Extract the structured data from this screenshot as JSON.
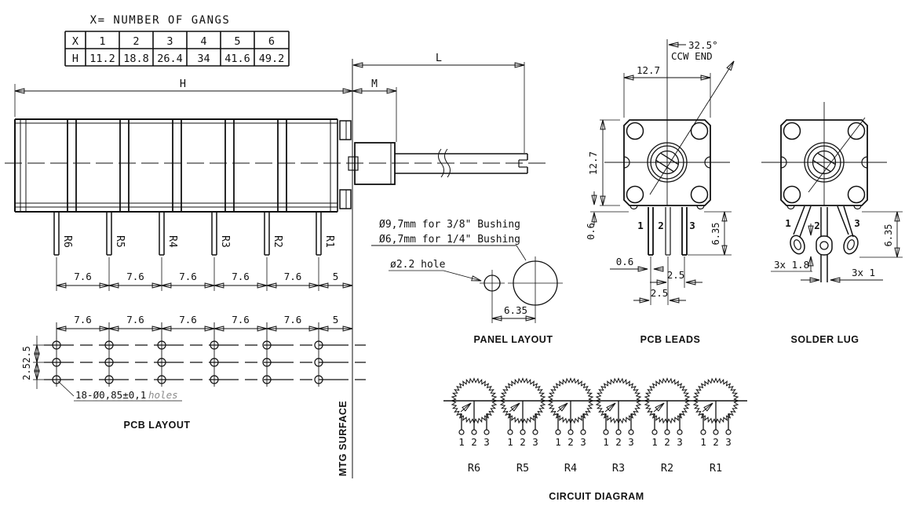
{
  "table": {
    "title": "X= NUMBER OF GANGS",
    "rows": [
      [
        "X",
        "1",
        "2",
        "3",
        "4",
        "5",
        "6"
      ],
      [
        "H",
        "11.2",
        "18.8",
        "26.4",
        "34",
        "41.6",
        "49.2"
      ]
    ]
  },
  "side_view": {
    "dims": {
      "h": "H",
      "m": "M",
      "l": "L"
    },
    "gang_labels": [
      "R6",
      "R5",
      "R4",
      "R3",
      "R2",
      "R1"
    ],
    "pitch_dims": [
      "7.6",
      "7.6",
      "7.6",
      "7.6",
      "7.6",
      "5"
    ]
  },
  "pcb_layout": {
    "pitch_dims": [
      "7.6",
      "7.6",
      "7.6",
      "7.6",
      "7.6",
      "5"
    ],
    "row_dims": [
      "2.5",
      "2.5"
    ],
    "holes_note": "18-Ø0,85±0,1",
    "holes_note_italic": "holes",
    "label": "PCB LAYOUT",
    "mtg_surface": "MTG SURFACE"
  },
  "panel_layout": {
    "note_bushing_38": "Ø9,7mm for 3/8\" Bushing",
    "note_bushing_14": "Ø6,7mm for 1/4\" Bushing",
    "note_hole": "ø2.2 hole",
    "dim_spacing": "6.35",
    "label": "PANEL LAYOUT"
  },
  "pcb_leads": {
    "angle": "32.5°",
    "ccw_end": "CCW END",
    "dim_width": "12.7",
    "dim_height": "12.7",
    "dim_foot": "0.6",
    "dim_lead_width": "0.6",
    "dim_pitch": [
      "2.5",
      "2.5"
    ],
    "dim_lead_length": "6.35",
    "pin_numbers": [
      "1",
      "2",
      "3"
    ],
    "label": "PCB LEADS"
  },
  "solder_lug": {
    "pin_numbers": [
      "1",
      "2",
      "3"
    ],
    "dim_lug_length": "6.35",
    "dim_lug_hole": "3x 1.8",
    "dim_lug_thk": "3x 1",
    "label": "SOLDER LUG"
  },
  "circuit_diagram": {
    "pot_labels": [
      "R6",
      "R5",
      "R4",
      "R3",
      "R2",
      "R1"
    ],
    "terminal_numbers": [
      "1",
      "2",
      "3"
    ],
    "label": "CIRCUIT DIAGRAM"
  },
  "colors": {
    "line": "#111111",
    "note_italic": "#8c8c8c",
    "background": "#ffffff"
  }
}
